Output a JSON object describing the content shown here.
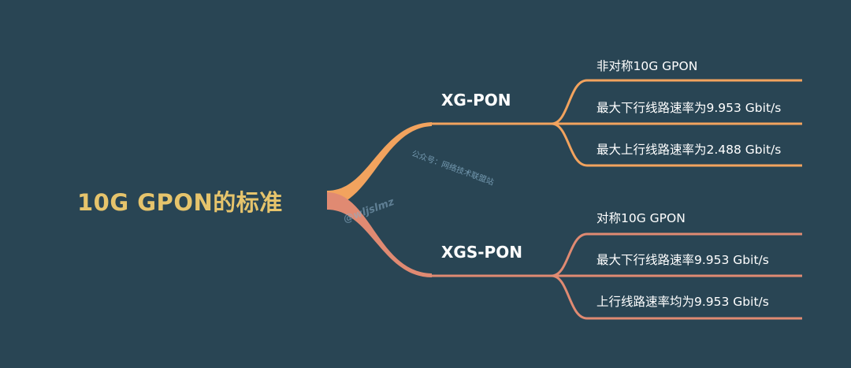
{
  "root": {
    "label": "10G GPON的标准"
  },
  "branches": [
    {
      "label": "XG-PON",
      "color": "#f2a35e",
      "leaves": [
        "非对称10G GPON",
        "最大下行线路速率为9.953 Gbit/s",
        "最大上行线路速率为2.488 Gbit/s"
      ]
    },
    {
      "label": "XGS-PON",
      "color": "#e08a72",
      "leaves": [
        "对称10G GPON",
        "最大下行线路速率9.953 Gbit/s",
        "上行线路速率均为9.953 Gbit/s"
      ]
    }
  ],
  "watermarks": {
    "account": "公众号：网络技术联盟站",
    "handle": "@wljslmz"
  },
  "colors": {
    "background": "#294554",
    "root_text": "#e6c46c"
  }
}
